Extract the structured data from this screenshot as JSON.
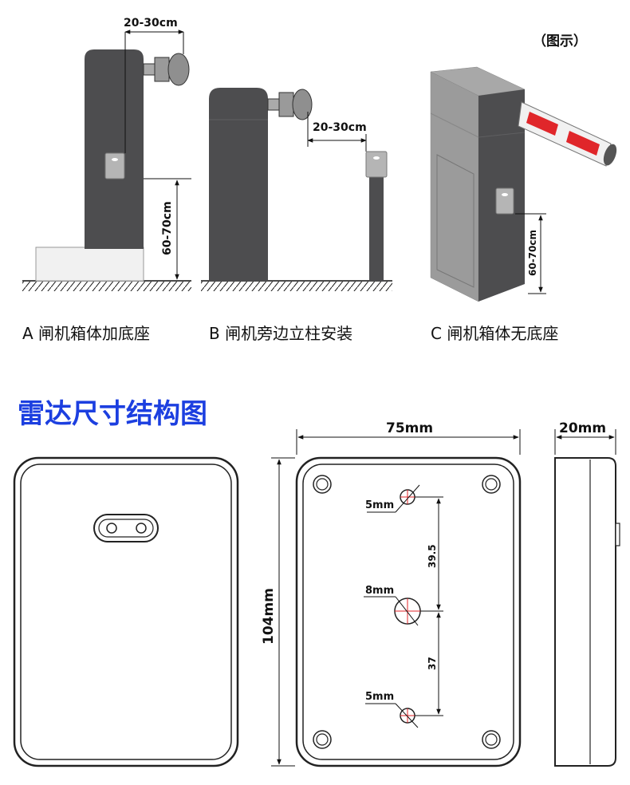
{
  "top": {
    "legend_label": "（图示）",
    "panel_a": {
      "caption": "A 闸机箱体加底座",
      "dim_horizontal": "20-30cm",
      "dim_vertical": "60-70cm"
    },
    "panel_b": {
      "caption": "B 闸机旁边立柱安装",
      "dim_horizontal": "20-30cm"
    },
    "panel_c": {
      "caption": "C 闸机箱体无底座",
      "dim_vertical": "60-70cm"
    }
  },
  "bottom": {
    "title": "雷达尺寸结构图",
    "width_label": "75mm",
    "height_label": "104mm",
    "depth_label": "20mm",
    "hole_top_label": "5mm",
    "hole_mid_label": "8mm",
    "hole_bottom_label": "5mm",
    "spacing_upper": "39.5",
    "spacing_lower": "37"
  },
  "colors": {
    "cabinet_dark": "#4d4d4f",
    "cabinet_light": "#9b9b9b",
    "title_blue": "#1c3fe0",
    "barrier_red": "#e0262a",
    "hole_red": "#e0262a"
  }
}
